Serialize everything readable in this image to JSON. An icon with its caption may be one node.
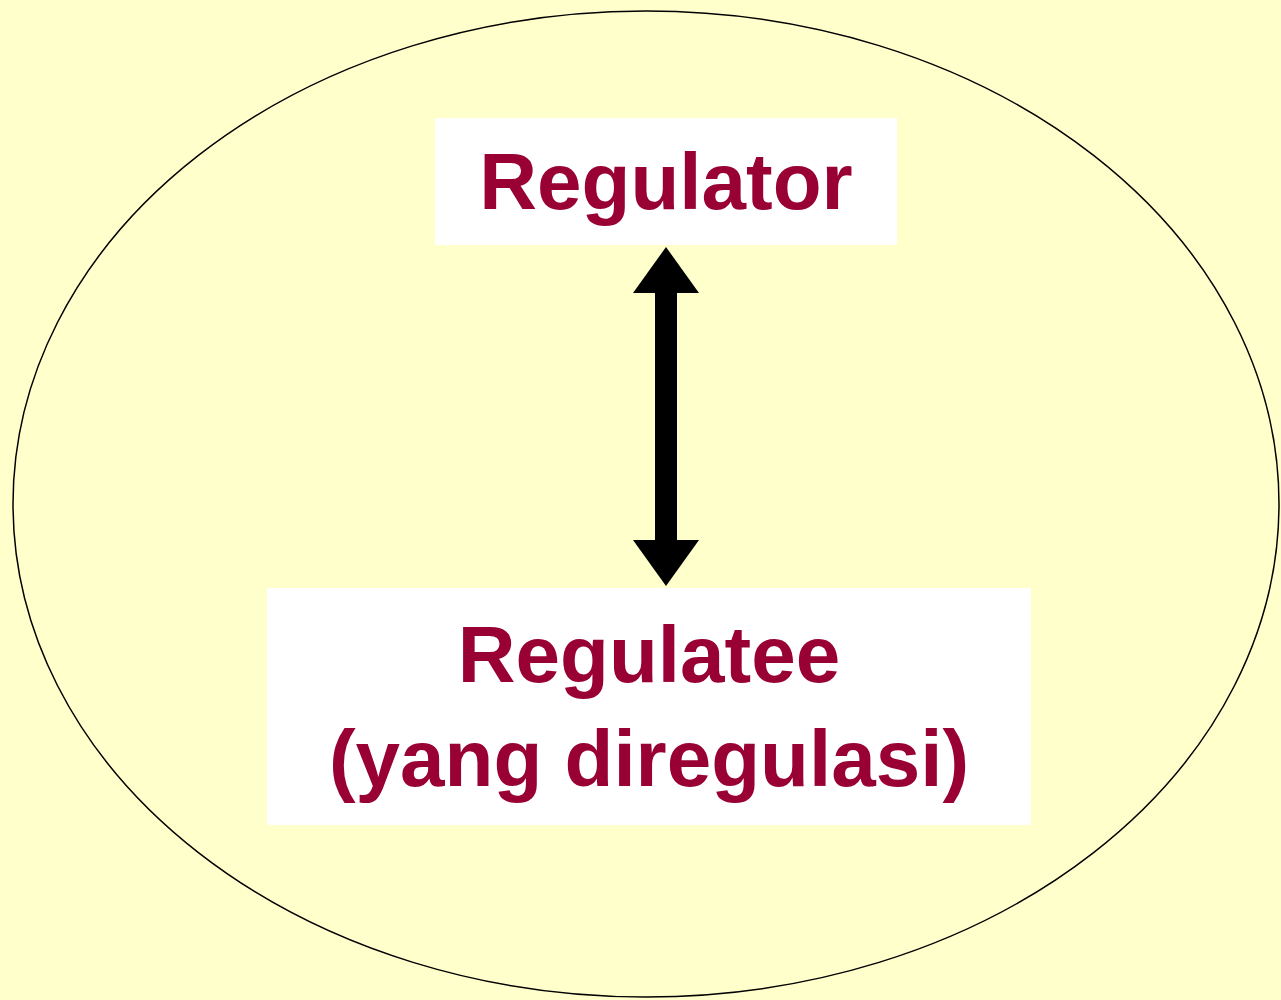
{
  "diagram": {
    "nodes": [
      {
        "text": [],
        "shape": "ellipse"
      },
      {
        "text": [
          "Regulator"
        ],
        "in": 0
      },
      {
        "text": [
          "Regulatee (yang diregulasi)"
        ],
        "in": 0
      }
    ],
    "edges": [
      {
        "from": 1,
        "to": 2,
        "arrow": "both"
      }
    ]
  }
}
